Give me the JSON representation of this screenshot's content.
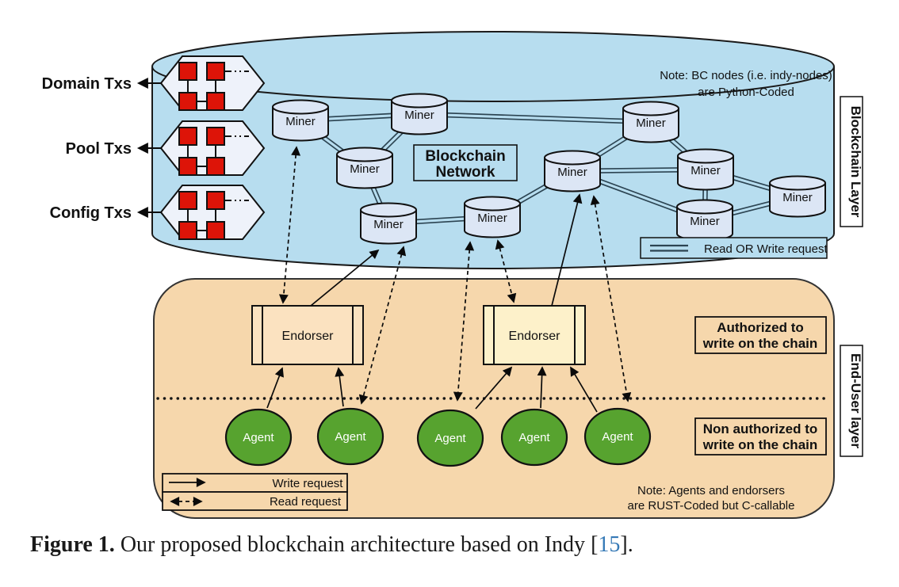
{
  "figure": {
    "tx_labels": [
      "Domain Txs",
      "Pool Txs",
      "Config Txs"
    ],
    "blockchain_layer": {
      "layer_label": "Blockchain Layer",
      "note": [
        "Note: BC nodes (i.e. indy-nodes)",
        "are Python-Coded"
      ],
      "network_box": [
        "Blockchain",
        "Network"
      ],
      "miner_label": "Miner",
      "miner_count": 10,
      "legend_label": "Read OR Write request"
    },
    "end_user_layer": {
      "layer_label": "End-User layer",
      "endorser_label": "Endorser",
      "endorser_count": 2,
      "agent_label": "Agent",
      "agent_count": 5,
      "authorized_box": [
        "Authorized to",
        "write on the chain"
      ],
      "non_authorized_box": [
        "Non authorized to",
        "write on the chain"
      ],
      "note": [
        "Note: Agents and endorsers",
        "are RUST-Coded but C-callable"
      ],
      "legend": {
        "write_label": "Write request",
        "read_label": "Read request"
      }
    },
    "colors": {
      "blockchain_layer_fill": "#b7ddef",
      "end_user_layer_fill": "#f6d7ac",
      "miner_fill": "#dce6f5",
      "hexagon_fill": "#eef2fa",
      "tx_block_red": "#dd1408",
      "endorser_left_fill": "#fbe2c0",
      "endorser_right_fill": "#fdf1ca",
      "agent_green": "#57a32f",
      "reference_blue": "#3579b6"
    }
  },
  "caption": {
    "figure_label": "Figure 1.",
    "text": " Our proposed blockchain architecture based on Indy ",
    "ref_open": "[",
    "ref_number": "15",
    "ref_close": "]."
  }
}
